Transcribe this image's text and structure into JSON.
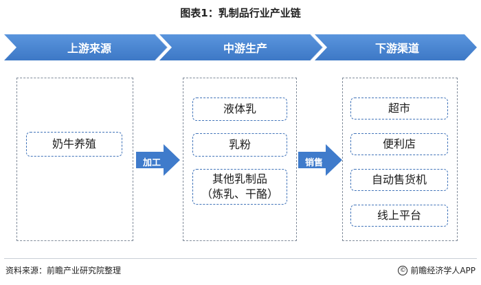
{
  "title": "图表1：乳制品行业产业链",
  "colors": {
    "banner": "#4a86d4",
    "banner_dark": "#3b73c0",
    "border_item": "#3f72b8",
    "border_panel": "#7f8a99"
  },
  "stages": [
    {
      "label": "上游来源",
      "items": [
        "奶牛养殖"
      ]
    },
    {
      "label": "中游生产",
      "items": [
        "液体乳",
        "乳粉",
        "其他乳制品\n（炼乳、干酪）"
      ]
    },
    {
      "label": "下游渠道",
      "items": [
        "超市",
        "便利店",
        "自动售货机",
        "线上平台"
      ]
    }
  ],
  "connectors": [
    "加工",
    "销售"
  ],
  "footer": {
    "source": "资料来源：前瞻产业研究院整理",
    "credit": "前瞻经济学人APP"
  },
  "icons": [
    "copyright-icon"
  ]
}
